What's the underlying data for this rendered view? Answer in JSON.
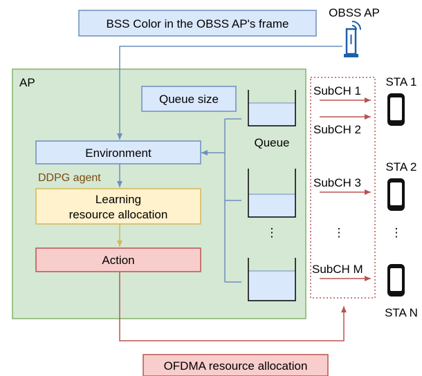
{
  "texts": {
    "bss_color": "BSS Color in the OBSS AP's frame",
    "obss_ap": "OBSS AP",
    "ap": "AP",
    "queue_size": "Queue size",
    "queue": "Queue",
    "environment": "Environment",
    "ddpg_agent": "DDPG agent",
    "learning_line1": "Learning",
    "learning_line2": "resource allocation",
    "action": "Action",
    "ofdma": "OFDMA resource allocation",
    "subch1": "SubCH 1",
    "subch2": "SubCH 2",
    "subch3": "SubCH 3",
    "subchm": "SubCH M",
    "sta1": "STA 1",
    "sta2": "STA 2",
    "stan": "STA N",
    "dots": "⋮"
  },
  "colors": {
    "ap_fill": "#d5e8d4",
    "ap_stroke": "#82b366",
    "blue_fill": "#dae8fc",
    "blue_stroke": "#6c8ebf",
    "yellow_fill": "#fff2cc",
    "yellow_stroke": "#d6b656",
    "red_fill": "#f8cecc",
    "red_stroke": "#b85450",
    "arrow_blue": "#6c8ebf",
    "arrow_red": "#b85450",
    "arrow_yellow": "#d6b656",
    "phone": "#111111",
    "router": "#1f5fa8"
  },
  "icons": [
    "router-icon",
    "phone-icon"
  ]
}
